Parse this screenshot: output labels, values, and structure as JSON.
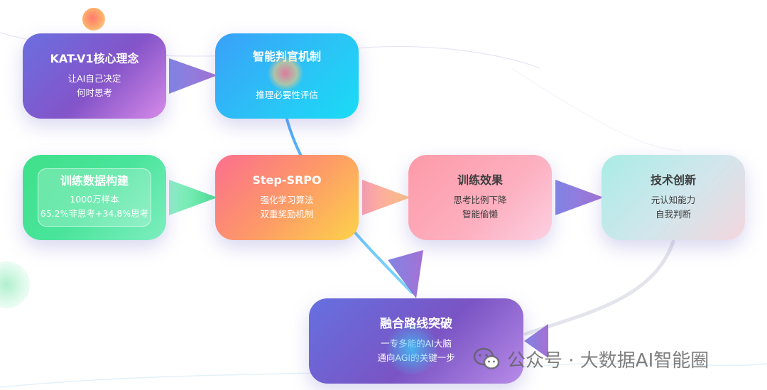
{
  "nodes": {
    "core": {
      "title": "KAT-V1核心理念",
      "lines": [
        "让AI自己决定",
        "何时思考"
      ]
    },
    "judge": {
      "title": "智能判官机制",
      "lines": [
        "推理必要性评估"
      ]
    },
    "training_data": {
      "title": "训练数据构建",
      "lines": [
        "1000万样本",
        "65.2%非思考+34.8%思考"
      ]
    },
    "srpo": {
      "title": "Step-SRPO",
      "lines": [
        "强化学习算法",
        "双重奖励机制"
      ]
    },
    "effect": {
      "title": "训练效果",
      "lines": [
        "思考比例下降",
        "智能偷懒"
      ]
    },
    "innovation": {
      "title": "技术创新",
      "lines": [
        "元认知能力",
        "自我判断"
      ]
    },
    "fusion": {
      "title": "融合路线突破",
      "lines": [
        "一专多能的AI大脑",
        "通向AGI的关键一步"
      ]
    }
  },
  "watermark": {
    "text": "公众号 · 大数据AI智能圈",
    "icon": "wechat-icon"
  },
  "colors": {
    "arrow_purple": "#7b6fd8",
    "arrow_green": "#5fe6a6",
    "arrow_peach": "#f9a18e",
    "connector_blue": "#55b6f2",
    "connector_grey": "#e2e2ea"
  }
}
